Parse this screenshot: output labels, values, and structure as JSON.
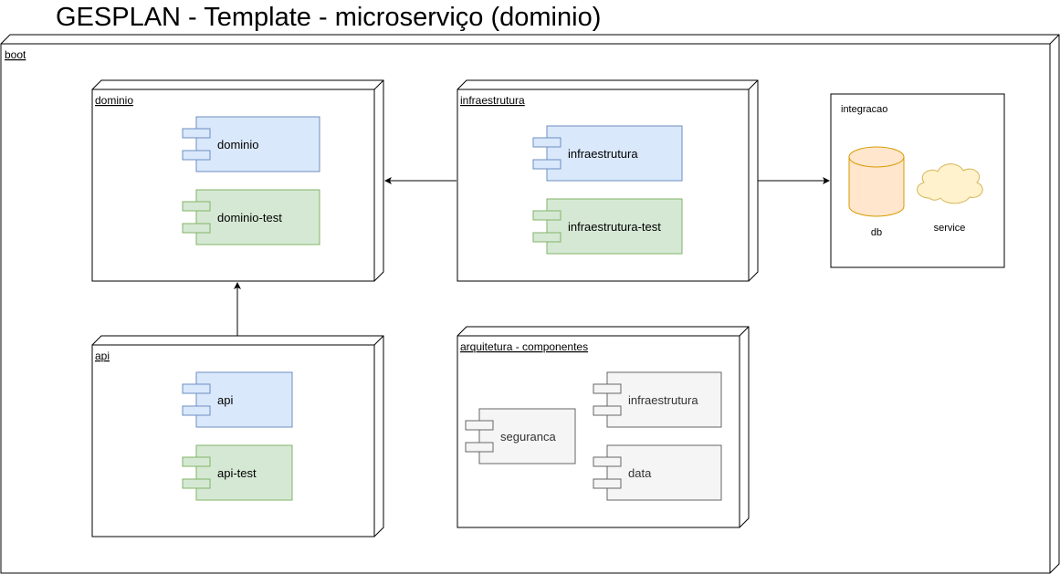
{
  "title": "GESPLAN - Template - microserviço (dominio)",
  "colors": {
    "blue_fill": "#dae8fc",
    "blue_stroke": "#6c8ebf",
    "green_fill": "#d5e8d4",
    "green_stroke": "#82b366",
    "gray_fill": "#f5f5f5",
    "gray_stroke": "#666666",
    "db_fill": "#ffe6cc",
    "db_stroke": "#d79b00",
    "cloud_fill": "#fff2cc",
    "cloud_stroke": "#d6b656"
  },
  "nodes": {
    "boot": "boot",
    "dominio": "dominio",
    "infraestrutura": "infraestrutura",
    "api": "api",
    "arquitetura": "arquitetura - componentes"
  },
  "components": {
    "dominio": "dominio",
    "dominio_test": "dominio-test",
    "infraestrutura": "infraestrutura",
    "infraestrutura_test": "infraestrutura-test",
    "api": "api",
    "api_test": "api-test",
    "seguranca": "seguranca",
    "arq_infraestrutura": "infraestrutura",
    "data": "data"
  },
  "integracao": {
    "label": "integracao",
    "db": "db",
    "service": "service"
  }
}
